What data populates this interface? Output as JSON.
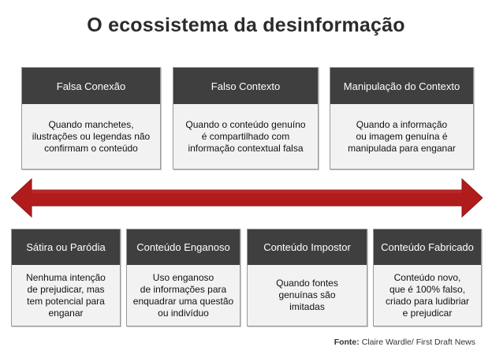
{
  "title": "O ecossistema da desinformação",
  "top_cards": [
    {
      "label": "Falsa Conexão",
      "description": [
        "Quando manchetes,",
        "ilustrações ou legendas não",
        "confirmam o conteúdo"
      ]
    },
    {
      "label": "Falso Contexto",
      "description": [
        "Quando o conteúdo genuíno",
        "é compartilhado com",
        "informação contextual falsa"
      ]
    },
    {
      "label": "Manipulação do Contexto",
      "description": [
        "Quando a informação",
        "ou imagem genuína é",
        "manipulada para enganar"
      ]
    }
  ],
  "bottom_cards": [
    {
      "label": "Sátira ou Paródia",
      "description": [
        "Nenhuma intenção",
        "de prejudicar, mas",
        "tem potencial para",
        "enganar"
      ]
    },
    {
      "label": "Conteúdo Enganoso",
      "description": [
        "Uso enganoso",
        "de informações para",
        "enquadrar uma questão",
        "ou indivíduo"
      ]
    },
    {
      "label": "Conteúdo Impostor",
      "description": [
        "Quando fontes",
        "genuínas são",
        "imitadas"
      ]
    },
    {
      "label": "Conteúdo Fabricado",
      "description": [
        "Conteúdo novo,",
        "que é 100% falso,",
        "criado para ludibriar",
        "e prejudicar"
      ]
    }
  ],
  "source": {
    "prefix": "Fonte:",
    "text": "Claire Wardle/ First Draft News"
  },
  "colors": {
    "header_bg": "#3f3f3f",
    "card_bg": "#f2f2f2",
    "arrow": "#b01c1c",
    "arrow_dark": "#8e1212"
  }
}
